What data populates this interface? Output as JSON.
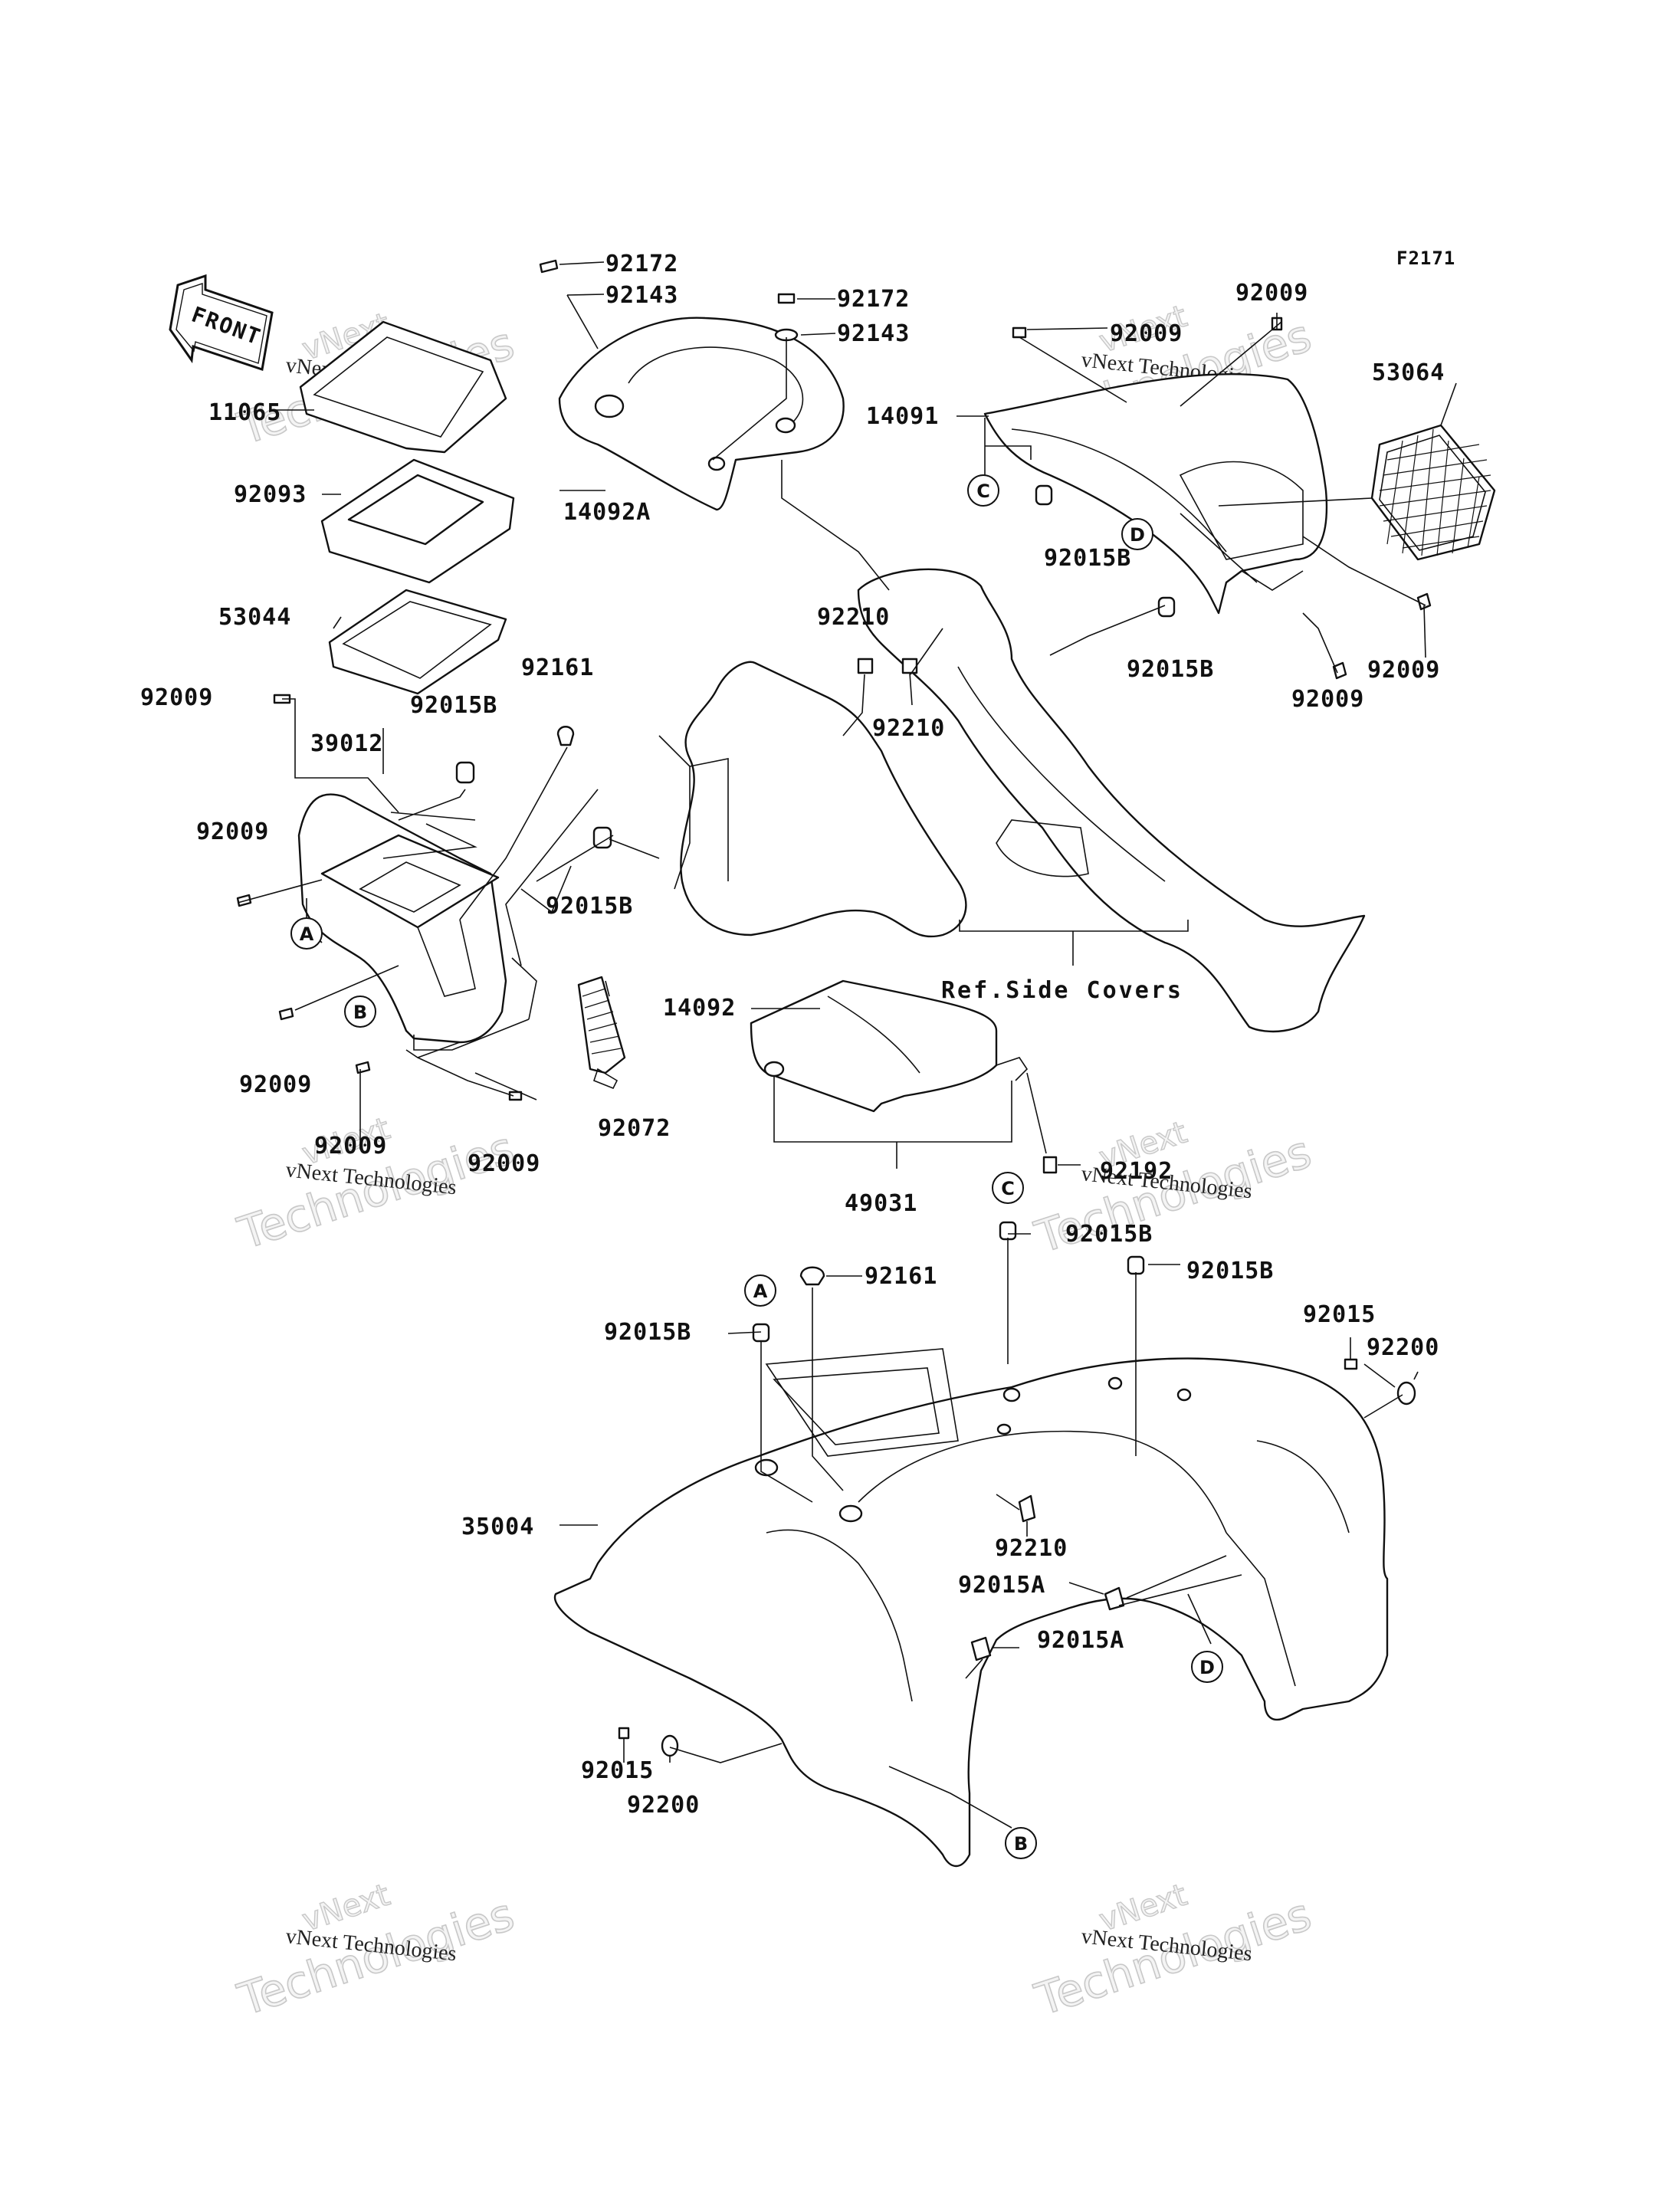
{
  "figure_code": "F2171",
  "front_arrow_label": "FRONT",
  "reference_note": "Ref.Side Covers",
  "watermark": {
    "line1": "vNext Technologies",
    "brand_top": "vNext",
    "brand_bottom": "Technologies"
  },
  "callout_letters": [
    "A",
    "B",
    "C",
    "D"
  ],
  "part_labels": [
    {
      "id": "p1",
      "text": "92172"
    },
    {
      "id": "p2",
      "text": "92143"
    },
    {
      "id": "p3",
      "text": "92172"
    },
    {
      "id": "p4",
      "text": "92143"
    },
    {
      "id": "p5",
      "text": "11065"
    },
    {
      "id": "p6",
      "text": "14092A"
    },
    {
      "id": "p7",
      "text": "92093"
    },
    {
      "id": "p8",
      "text": "53044"
    },
    {
      "id": "p9",
      "text": "92009"
    },
    {
      "id": "p10",
      "text": "92009"
    },
    {
      "id": "p11",
      "text": "14091"
    },
    {
      "id": "p12",
      "text": "53064"
    },
    {
      "id": "p13",
      "text": "92015B"
    },
    {
      "id": "p14",
      "text": "92210"
    },
    {
      "id": "p15",
      "text": "92210"
    },
    {
      "id": "p16",
      "text": "92015B"
    },
    {
      "id": "p17",
      "text": "92009"
    },
    {
      "id": "p18",
      "text": "92009"
    },
    {
      "id": "p19",
      "text": "92161"
    },
    {
      "id": "p20",
      "text": "92009"
    },
    {
      "id": "p21",
      "text": "39012"
    },
    {
      "id": "p22",
      "text": "92015B"
    },
    {
      "id": "p23",
      "text": "92009"
    },
    {
      "id": "p24",
      "text": "92015B"
    },
    {
      "id": "p25",
      "text": "14092"
    },
    {
      "id": "p26",
      "text": "92009"
    },
    {
      "id": "p27",
      "text": "92009"
    },
    {
      "id": "p28",
      "text": "92009"
    },
    {
      "id": "p29",
      "text": "92072"
    },
    {
      "id": "p30",
      "text": "92192"
    },
    {
      "id": "p31",
      "text": "49031"
    },
    {
      "id": "p32",
      "text": "92015B"
    },
    {
      "id": "p33",
      "text": "92161"
    },
    {
      "id": "p34",
      "text": "92015B"
    },
    {
      "id": "p35",
      "text": "92015B"
    },
    {
      "id": "p36",
      "text": "92015"
    },
    {
      "id": "p37",
      "text": "92200"
    },
    {
      "id": "p38",
      "text": "35004"
    },
    {
      "id": "p39",
      "text": "92210"
    },
    {
      "id": "p40",
      "text": "92015A"
    },
    {
      "id": "p41",
      "text": "92015A"
    },
    {
      "id": "p42",
      "text": "92015"
    },
    {
      "id": "p43",
      "text": "92200"
    }
  ]
}
